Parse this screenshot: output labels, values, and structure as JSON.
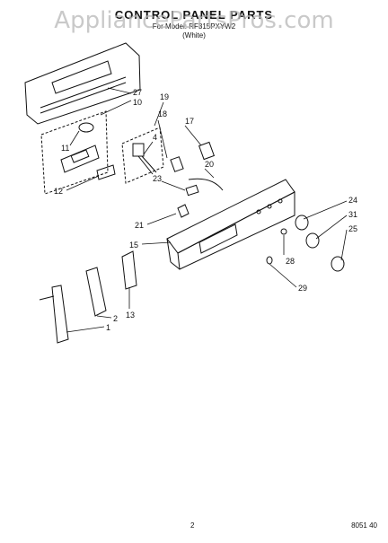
{
  "header": {
    "title": "CONTROL PANEL PARTS",
    "model_line": "For Model: RF315PXYW2",
    "color_line": "(White)"
  },
  "watermark": "AppliancePartsPros.com",
  "callouts": [
    "27",
    "10",
    "19",
    "18",
    "17",
    "4",
    "11",
    "20",
    "23",
    "12",
    "21",
    "24",
    "31",
    "15",
    "25",
    "28",
    "29",
    "13",
    "2",
    "1"
  ],
  "footer": {
    "page_number": "2",
    "part_code": "8051 40"
  }
}
